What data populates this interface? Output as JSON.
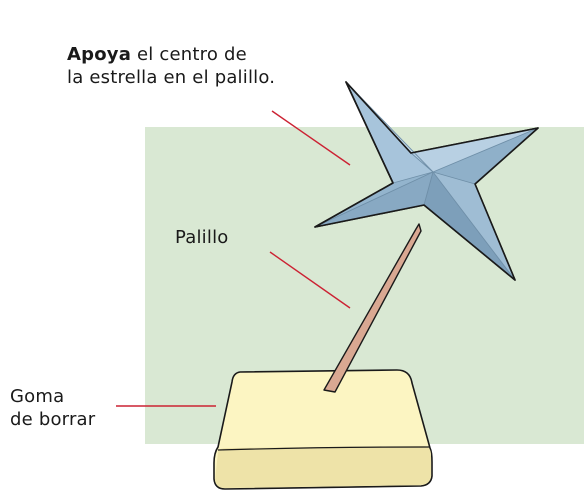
{
  "labels": {
    "star_bold": "Apoya",
    "star_line1_rest": " el centro de",
    "star_line2": "la estrella en el palillo.",
    "toothpick": "Palillo",
    "eraser_line1": "Goma",
    "eraser_line2": "de borrar"
  },
  "colors": {
    "background_panel": "#d9e8d3",
    "star_fill": "#a7c4db",
    "star_shade": "#7d9fba",
    "toothpick": "#d9a892",
    "eraser_top": "#fcf5c2",
    "eraser_side": "#eee3a8",
    "leader_line": "#cc2233"
  }
}
